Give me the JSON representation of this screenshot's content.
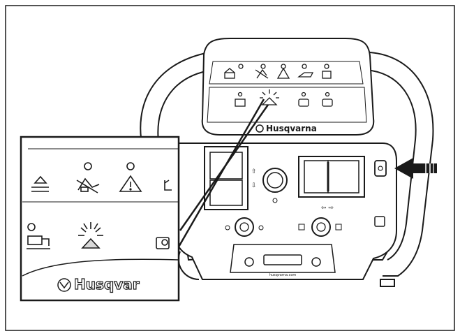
{
  "figure": {
    "brand_main": "Husqvarna",
    "brand_inset": "Husqvar",
    "footer_small_text": "husqvarna.com"
  },
  "icons": {
    "inset_top_row": [
      "tilt-up-icon",
      "no-fuel-icon",
      "warning-triangle-icon",
      "fuel-nozzle-icon"
    ],
    "inset_bottom_row": [
      "fuel-pump-icon",
      "lamp-flashing-icon",
      "fuel-tank-icon"
    ],
    "panel_top_row": [
      "hood-icon",
      "no-fuel-icon",
      "warning-triangle-icon",
      "oil-can-icon",
      "fuel-pump-icon"
    ],
    "panel_bottom_row": [
      "fuel-pump-icon",
      "lamp-flashing-icon",
      "fuel-tank-icon",
      "toggle-icon"
    ]
  },
  "colors": {
    "line": "#1a1a1a",
    "background": "#ffffff",
    "shade": "#d9d9d9"
  }
}
